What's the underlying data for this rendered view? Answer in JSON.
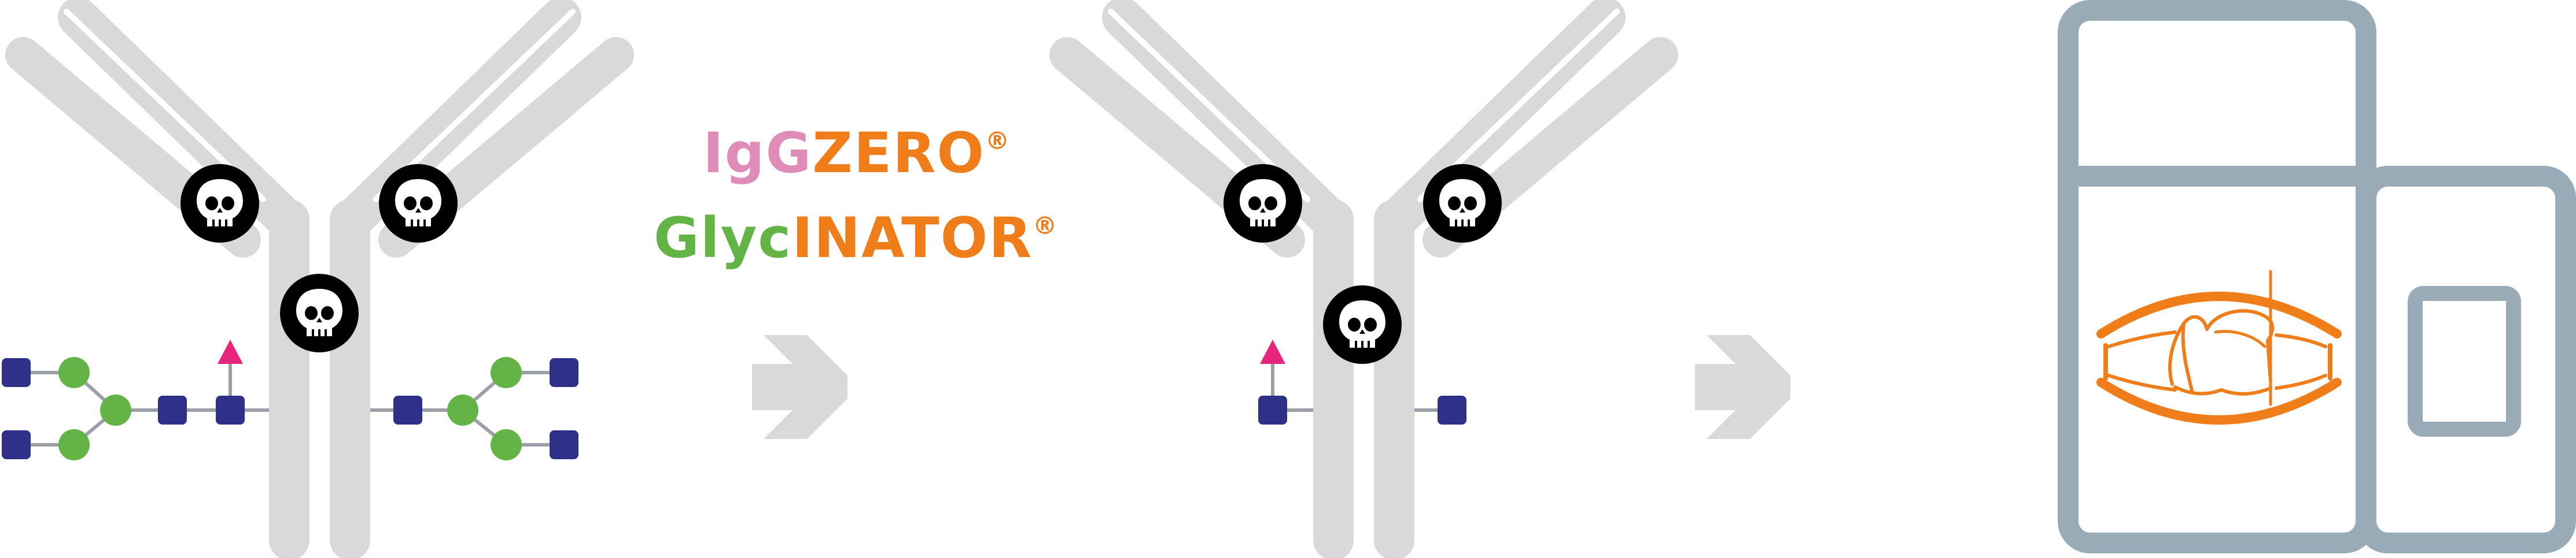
{
  "brands": {
    "iggzero": {
      "part_ig": "Ig",
      "part_g": "G",
      "part_zero": "ZERO",
      "reg": "®"
    },
    "glycinator": {
      "part_glyc": "Glyc",
      "part_inator": "INATOR",
      "reg": "®"
    }
  },
  "colors": {
    "antibody_gray": "#d9d9d9",
    "arrow_gray": "#d9d9d9",
    "skull_black": "#000000",
    "glycan_blue": "#2e3187",
    "glycan_green": "#63b346",
    "glycan_pink": "#e5267a",
    "link_gray": "#9aa0a6",
    "fridge_gray": "#9aabb8",
    "brand_pink": "#e08cb9",
    "brand_orange": "#ef7d1a",
    "brand_green": "#63b346"
  },
  "icons": [
    "antibody-icon",
    "skull-icon",
    "glycan-tree-icon",
    "arrow-right-icon",
    "refrigerator-icon",
    "sushi-package-icon"
  ]
}
